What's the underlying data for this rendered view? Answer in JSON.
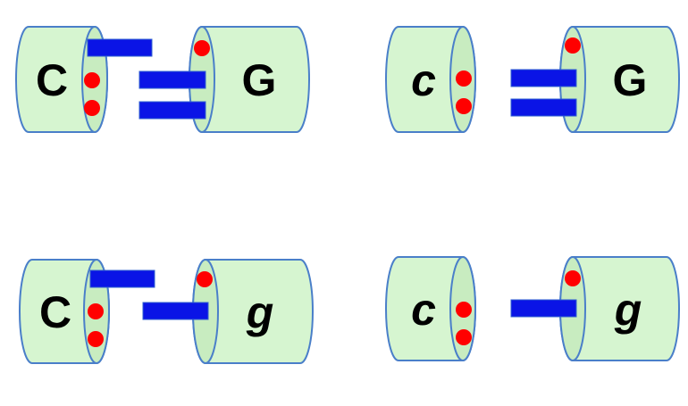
{
  "colors": {
    "cylinder_fill": "#d6f5d0",
    "cylinder_end_fill": "#c8ecc0",
    "cylinder_stroke": "#4a7fc9",
    "bar": "#0a14e6",
    "bar_stroke": "#3060d0",
    "dot": "#ff0000",
    "text": "#000000"
  },
  "panels": [
    {
      "left_label": "C",
      "left_italic": false,
      "right_label": "G",
      "right_italic": false
    },
    {
      "left_label": "c",
      "left_italic": true,
      "right_label": "G",
      "right_italic": false
    },
    {
      "left_label": "C",
      "left_italic": false,
      "right_label": "g",
      "right_italic": true
    },
    {
      "left_label": "c",
      "left_italic": true,
      "right_label": "g",
      "right_italic": true
    }
  ]
}
